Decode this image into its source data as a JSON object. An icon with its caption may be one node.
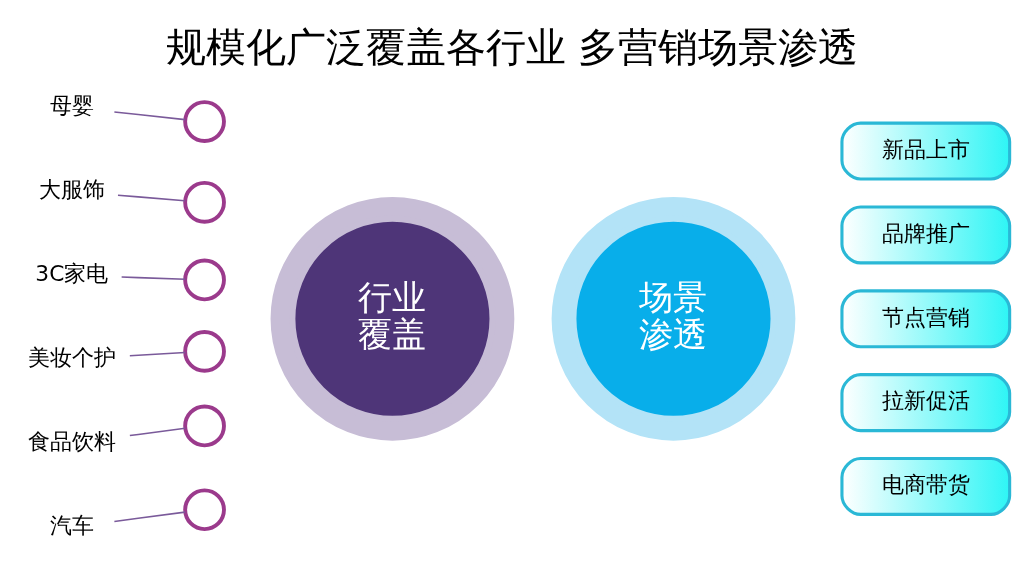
{
  "diagram": {
    "title": "规模化广泛覆盖各行业 多营销场景渗透",
    "nodes": [
      {
        "text": [
          "母婴"
        ]
      },
      {
        "text": [],
        "shape": "circle"
      },
      {
        "text": [
          "大服饰"
        ]
      },
      {
        "text": [],
        "shape": "circle"
      },
      {
        "text": [
          "3C家电"
        ]
      },
      {
        "text": [],
        "shape": "circle"
      },
      {
        "text": [
          "美妆个护"
        ]
      },
      {
        "text": [],
        "shape": "circle"
      },
      {
        "text": [
          "食品饮料"
        ]
      },
      {
        "text": [],
        "shape": "circle"
      },
      {
        "text": [
          "汽车"
        ]
      },
      {
        "text": [],
        "shape": "circle"
      },
      {
        "text": [
          "行业覆盖"
        ]
      },
      {
        "text": [
          "场景渗透"
        ]
      },
      {
        "text": [
          "新品上市"
        ]
      },
      {
        "text": [
          "品牌推广"
        ]
      },
      {
        "text": [
          "节点营销"
        ]
      },
      {
        "text": [
          "拉新促活"
        ]
      },
      {
        "text": [
          "电商带货"
        ]
      }
    ],
    "edges": [
      {
        "from": 0,
        "to": 1,
        "arrow": "none"
      },
      {
        "from": 2,
        "to": 3,
        "arrow": "none"
      },
      {
        "from": 4,
        "to": 5,
        "arrow": "none"
      },
      {
        "from": 6,
        "to": 7,
        "arrow": "none"
      },
      {
        "from": 8,
        "to": 9,
        "arrow": "none"
      },
      {
        "from": 10,
        "to": 11,
        "arrow": "none"
      }
    ]
  }
}
